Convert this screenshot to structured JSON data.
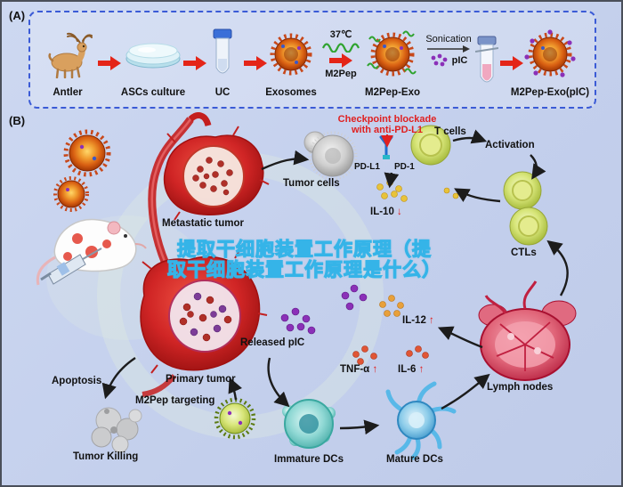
{
  "colors": {
    "bg": "#c8d3ee",
    "panel_border": "#3b5bd6",
    "flow_arrow": "#e42518",
    "red_text": "#e02020",
    "watermark_fill": "#16a11e",
    "watermark_stroke": "#35b4e8"
  },
  "panel_a": {
    "tag": "(A)",
    "items": [
      {
        "label": "Antler"
      },
      {
        "label": "ASCs culture"
      },
      {
        "label": "UC"
      },
      {
        "label": "Exosomes"
      },
      {
        "label": "M2Pep-Exo"
      },
      {
        "label": "M2Pep-Exo(pIC)"
      }
    ],
    "step4_temp": "37℃",
    "step4_peptide": "M2Pep",
    "step5_process": "Sonication",
    "step5_agent": "pIC"
  },
  "panel_b": {
    "tag": "(B)",
    "checkpoint_line1": "Checkpoint blockade",
    "checkpoint_line2": "with anti-PD-L1",
    "t_cells": "T cells",
    "activation": "Activation",
    "tumor_cells": "Tumor cells",
    "pdl1": "PD-L1",
    "pd1": "PD-1",
    "il10": "IL-10",
    "il10_arrow": "↓",
    "metastatic_tumor": "Metastatic tumor",
    "ctls": "CTLs",
    "il12": "IL-12",
    "il12_arrow": "↑",
    "released_pic": "Released pIC",
    "tnf": "TNF-α",
    "tnf_arrow": "↑",
    "il6": "IL-6",
    "il6_arrow": "↑",
    "apoptosis": "Apoptosis",
    "primary_tumor": "Primary tumor",
    "m2pep_targeting": "M2Pep targeting",
    "lymph_nodes": "Lymph nodes",
    "tumor_killing": "Tumor Killing",
    "immature_dcs": "Immature DCs",
    "mature_dcs": "Mature DCs"
  },
  "watermark": {
    "line1": "提取干细胞装置工作原理（提",
    "line2": "取干细胞装置工作原理是什么）"
  }
}
